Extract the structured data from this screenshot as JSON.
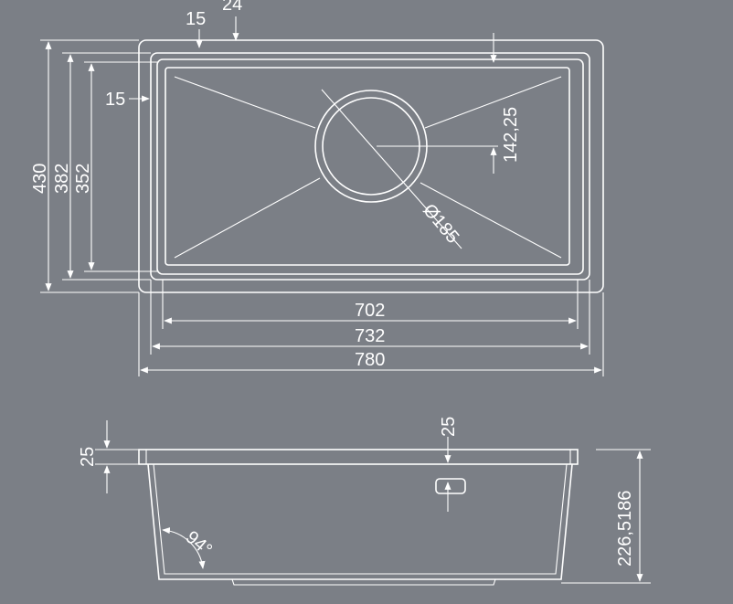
{
  "top_view": {
    "dim_top_left_flange": "15",
    "dim_top_flange": "24",
    "dim_side_flange": "15",
    "dim_drain_offset": "142,25",
    "dim_drain_diameter": "Ø185",
    "dim_height_outer": "430",
    "dim_height_mid": "382",
    "dim_height_inner": "352",
    "dim_width_inner": "702",
    "dim_width_mid": "732",
    "dim_width_outer": "780"
  },
  "side_view": {
    "dim_flange_thickness": "25",
    "dim_drain_depth": "25",
    "dim_angle": "94°",
    "dim_total_height": "226,5186"
  }
}
